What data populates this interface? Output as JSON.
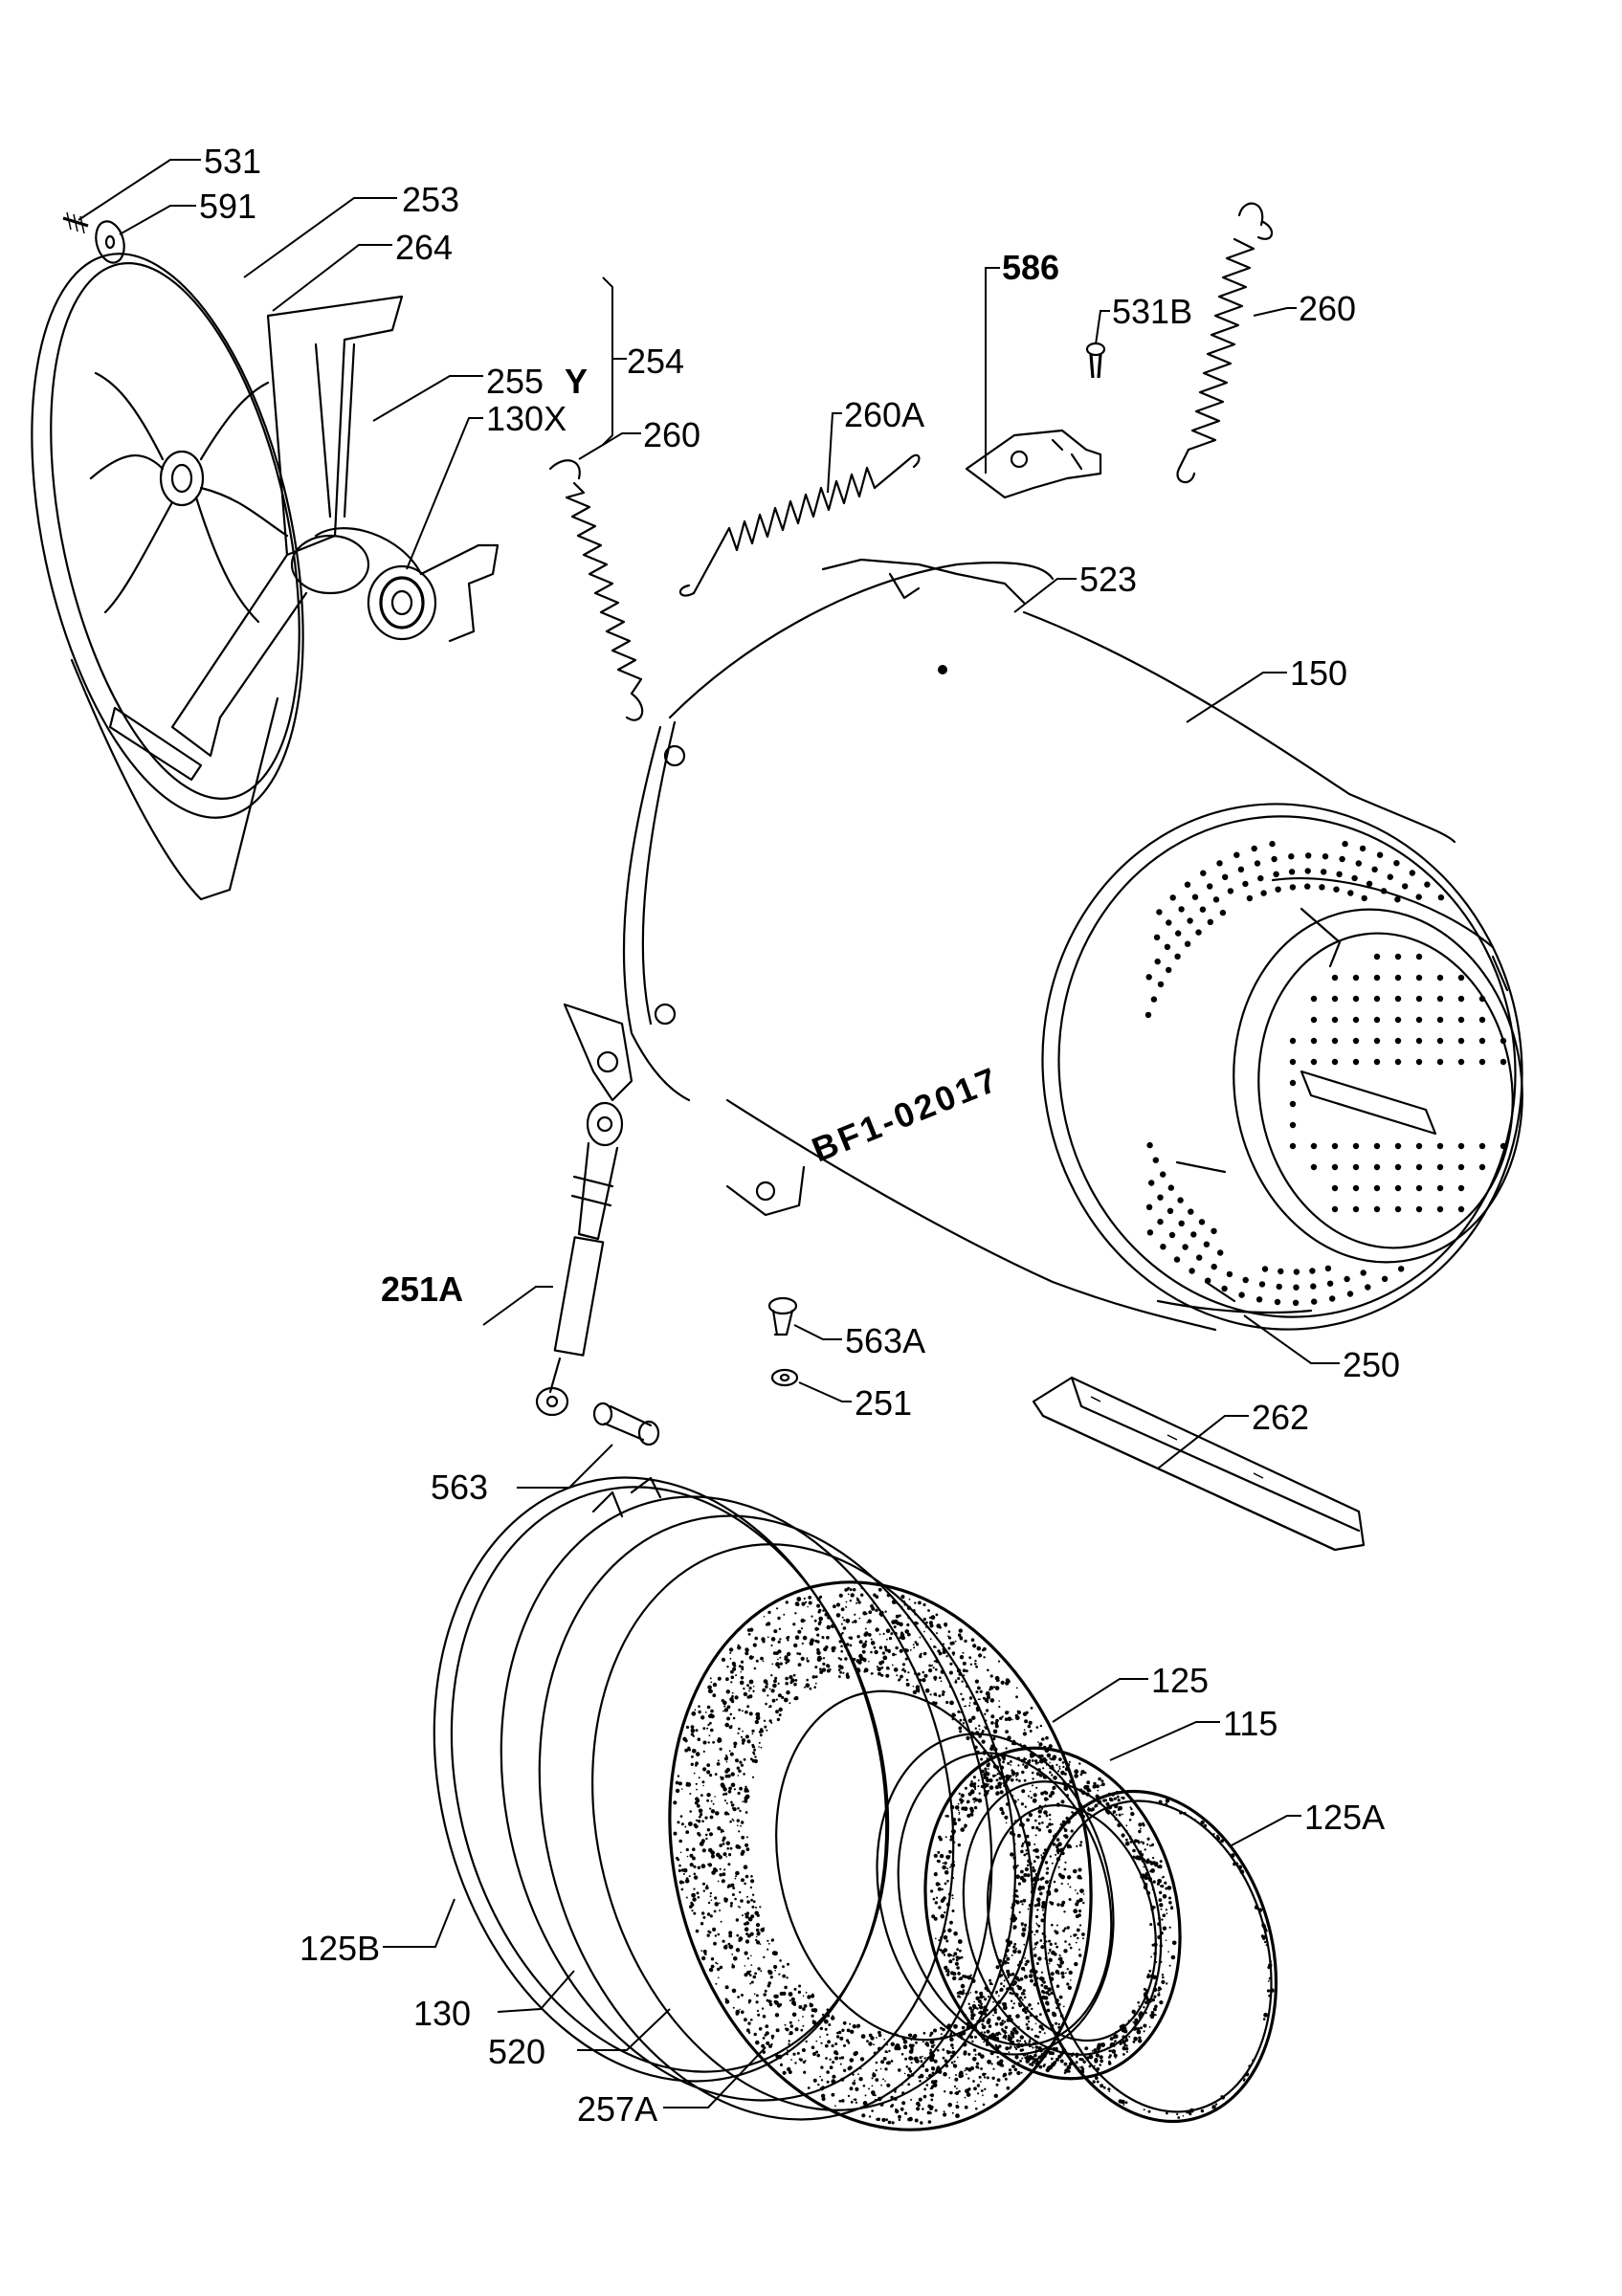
{
  "labels": {
    "p531": "531",
    "p591": "591",
    "p253": "253",
    "p264": "264",
    "p255": "255",
    "pY": "Y",
    "p254": "254",
    "p130x": "130X",
    "p260_left": "260",
    "p260a": "260A",
    "p586": "586",
    "p531b": "531B",
    "p260_right": "260",
    "p523": "523",
    "p150": "150",
    "p251a": "251A",
    "p563a": "563A",
    "p251": "251",
    "p250": "250",
    "p262": "262",
    "p563": "563",
    "p125": "125",
    "p115": "115",
    "p125a": "125A",
    "p125b": "125B",
    "p130": "130",
    "p520": "520",
    "p257a": "257A"
  },
  "tub_stamp": "BF1-02017"
}
